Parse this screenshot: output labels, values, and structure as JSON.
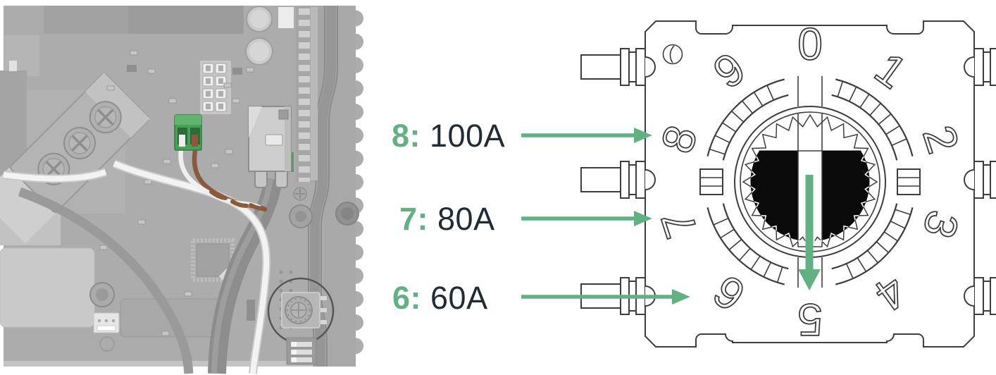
{
  "colors": {
    "green": "#63b183",
    "text_dark": "#212b35",
    "line": "#3d3d3d",
    "board_gray": "#acacac",
    "connector_green": "#4a9f58",
    "connector_green_light": "#62b36e",
    "cable_gray": "#8d8d8d",
    "wire_brown": "#8a5a3e"
  },
  "annotation": {
    "labels": [
      {
        "key": "8:",
        "value": "100A"
      },
      {
        "key": "7:",
        "value": "80A"
      },
      {
        "key": "6:",
        "value": "60A"
      }
    ]
  },
  "dial": {
    "digits": [
      "0",
      "1",
      "2",
      "3",
      "4",
      "5",
      "6",
      "7",
      "8",
      "9"
    ]
  }
}
